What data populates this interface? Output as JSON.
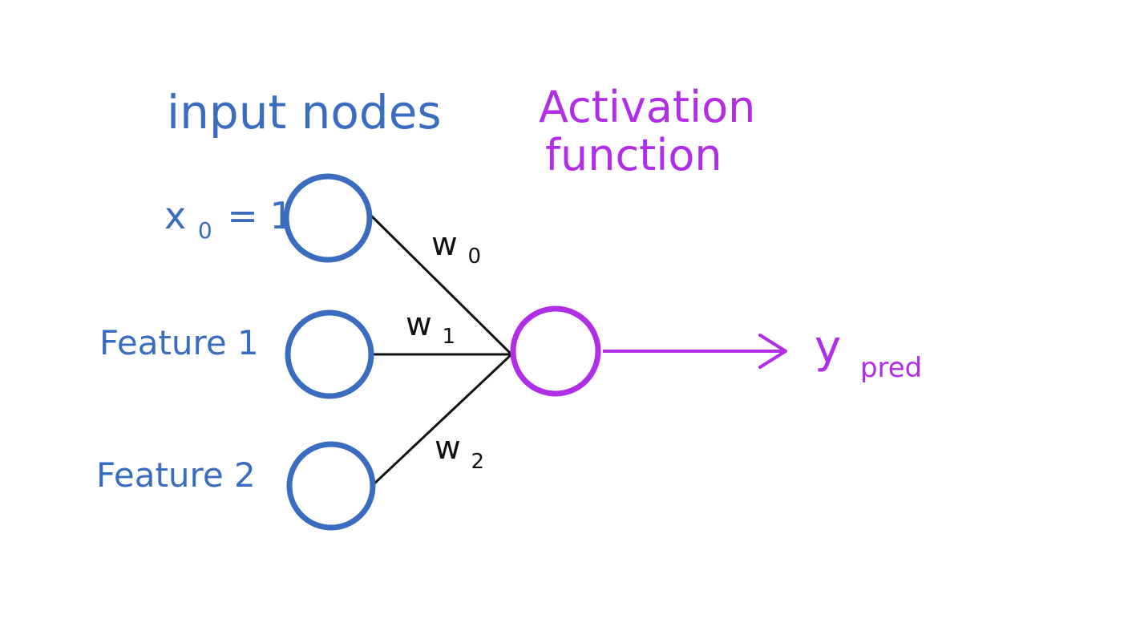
{
  "colors": {
    "input": "#3a6cbf",
    "activation": "#b02ee6",
    "edge": "#111111",
    "background": "#ffffff"
  },
  "labels": {
    "input_nodes_title": "input nodes",
    "activation_title_line1": "Activation",
    "activation_title_line2": "function"
  },
  "inputs": [
    {
      "label_main": "x",
      "label_sub": "0",
      "label_tail": "= 1"
    },
    {
      "label_main": "Feature 1",
      "label_sub": "",
      "label_tail": ""
    },
    {
      "label_main": "Feature 2",
      "label_sub": "",
      "label_tail": ""
    }
  ],
  "weights": [
    {
      "main": "w",
      "sub": "0"
    },
    {
      "main": "w",
      "sub": "1"
    },
    {
      "main": "w",
      "sub": "2"
    }
  ],
  "output": {
    "main": "y",
    "sub": "pred"
  }
}
